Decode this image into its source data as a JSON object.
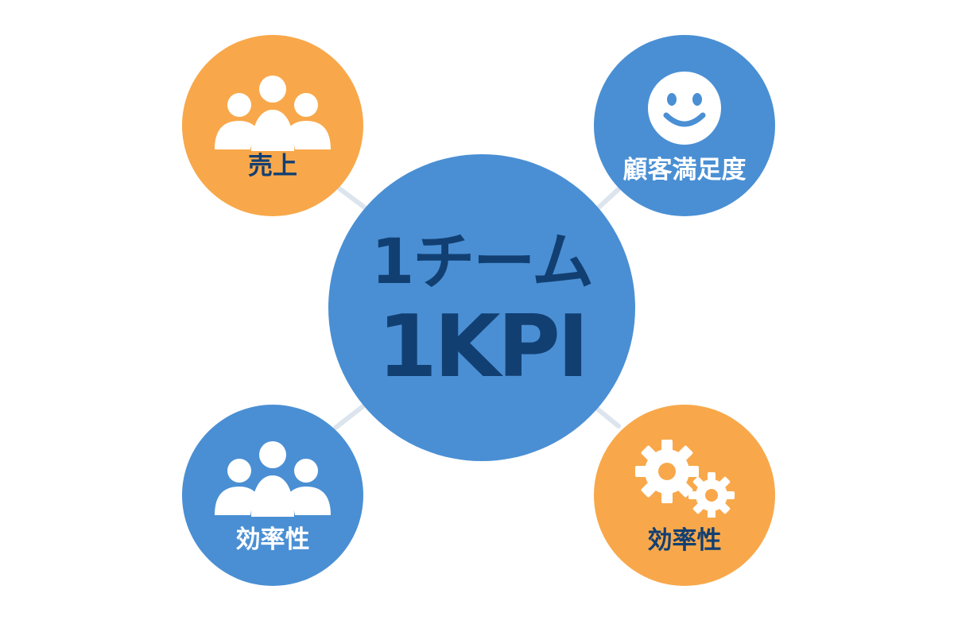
{
  "colors": {
    "blue": "#4a8fd4",
    "orange": "#f8a84a",
    "dark_text": "#123f72",
    "white_text": "#ffffff",
    "connector": "#dce4ee"
  },
  "hub": {
    "line1": "1チーム",
    "line2": "1KPI"
  },
  "nodes": [
    {
      "id": "tl",
      "label": "売上",
      "icon": "people-group-icon",
      "fill": "orange",
      "text": "dark"
    },
    {
      "id": "tr",
      "label": "顧客満足度",
      "icon": "smiley-face-icon",
      "fill": "blue",
      "text": "white"
    },
    {
      "id": "bl",
      "label": "効率性",
      "icon": "people-group-icon",
      "fill": "blue",
      "text": "white"
    },
    {
      "id": "br",
      "label": "効率性",
      "icon": "gears-icon",
      "fill": "orange",
      "text": "dark"
    }
  ]
}
